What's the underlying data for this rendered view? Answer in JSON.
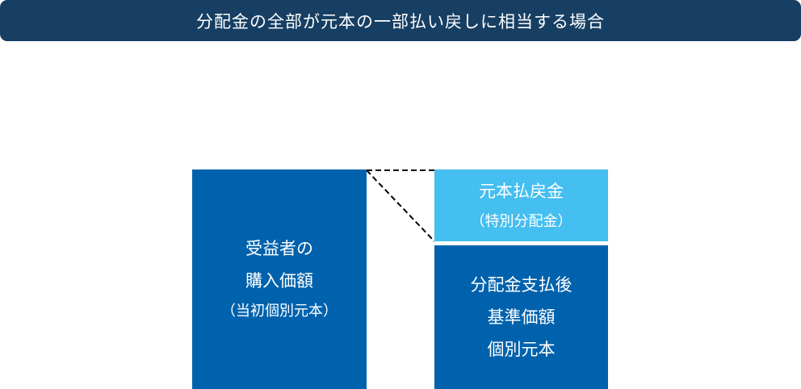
{
  "title": "分配金の全部が元本の一部払い戻しに相当する場合",
  "left_box": {
    "line1": "受益者の",
    "line2": "購入価額",
    "line3": "（当初個別元本）"
  },
  "top_right_box": {
    "line1": "元本払戻金",
    "line2": "（特別分配金）"
  },
  "bottom_right_box": {
    "line1": "分配金支払後",
    "line2": "基準価額",
    "line3": "個別元本"
  },
  "colors": {
    "header": "#173f63",
    "dark_blue": "#0062ad",
    "light_blue": "#45bef0"
  }
}
